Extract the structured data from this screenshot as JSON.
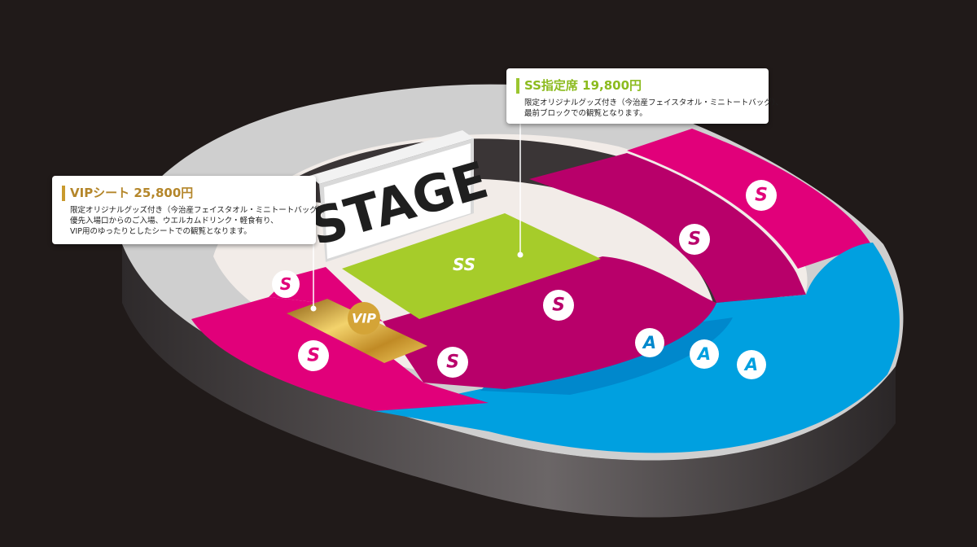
{
  "stage": {
    "label": "STAGE"
  },
  "sections": {
    "ss": "SS",
    "vip": "VIP",
    "s": "S",
    "a": "A"
  },
  "callouts": {
    "ss": {
      "title": "SS指定席 19,800円",
      "lines": [
        "限定オリジナルグッズ付き（今治産フェイスタオル・ミニトートバッグ）、",
        "最前ブロックでの観覧となります。"
      ],
      "accent_color": "#9bc52f"
    },
    "vip": {
      "title": "VIPシート 25,800円",
      "lines": [
        "限定オリジナルグッズ付き（今治産フェイスタオル・ミニトートバッグ）、",
        "優先入場口からのご入場、ウエルカムドリンク・軽食有り、",
        "VIP用のゆったりとしたシートでの観覧となります。"
      ],
      "accent_color": "#c99a2e"
    }
  },
  "colors": {
    "background": "#201a19",
    "ss_area": "#a6cc2a",
    "s_area": "#e1007a",
    "s_area_dark": "#b8006a",
    "a_area": "#00a0e0",
    "vip_area": "#d4a437",
    "outer_ring": "#cfcfcf",
    "inner_floor": "#f2ece8",
    "wall_dark": "#3a3536"
  }
}
